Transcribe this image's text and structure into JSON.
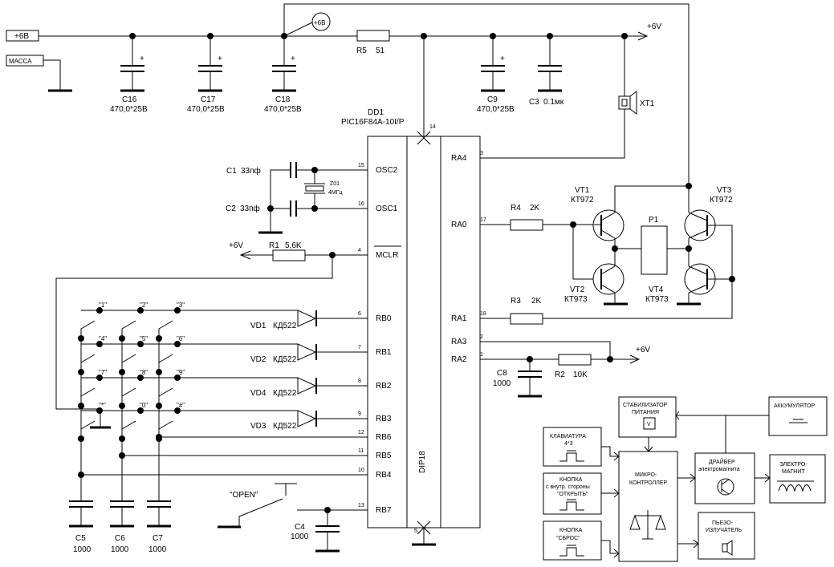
{
  "supply": {
    "plus6": "+6В",
    "massa": "МАССА",
    "node_6v": "+6В",
    "rail_right": "+6V",
    "r1_ref": "+6V",
    "r2_ref": "+6V"
  },
  "caps": {
    "c16": {
      "ref": "C16",
      "val": "470,0*25В"
    },
    "c17": {
      "ref": "C17",
      "val": "470,0*25В"
    },
    "c18": {
      "ref": "C18",
      "val": "470,0*25В"
    },
    "c9": {
      "ref": "C9",
      "val": "470,0*25В"
    },
    "c3": {
      "ref": "C3",
      "val": "0.1мк"
    },
    "c1": {
      "ref": "C1",
      "val": "33пф"
    },
    "c2": {
      "ref": "C2",
      "val": "33пф"
    },
    "c8": {
      "ref": "C8",
      "val": "1000"
    },
    "c4": {
      "ref": "C4",
      "val": "1000"
    },
    "c5": {
      "ref": "C5",
      "val": "1000"
    },
    "c6": {
      "ref": "C6",
      "val": "1000"
    },
    "c7": {
      "ref": "C7",
      "val": "1000"
    },
    "plus": "+"
  },
  "resistors": {
    "r5": {
      "ref": "R5",
      "val": "51"
    },
    "r1": {
      "ref": "R1",
      "val": "5,6K"
    },
    "r4": {
      "ref": "R4",
      "val": "2K"
    },
    "r3": {
      "ref": "R3",
      "val": "2K"
    },
    "r2": {
      "ref": "R2",
      "val": "10K"
    }
  },
  "mcu": {
    "ref": "DD1",
    "part": "PIC16F84A-10I/P",
    "package": "DIP18",
    "left_pins": [
      {
        "num": "15",
        "name": "OSC2"
      },
      {
        "num": "16",
        "name": "OSC1"
      },
      {
        "num": "4",
        "name": "MCLR"
      },
      {
        "num": "6",
        "name": "RB0"
      },
      {
        "num": "7",
        "name": "RB1"
      },
      {
        "num": "8",
        "name": "RB2"
      },
      {
        "num": "9",
        "name": "RB3"
      },
      {
        "num": "12",
        "name": "RB6"
      },
      {
        "num": "11",
        "name": "RB5"
      },
      {
        "num": "10",
        "name": "RB4"
      },
      {
        "num": "13",
        "name": "RB7"
      }
    ],
    "right_pins": [
      {
        "num": "3",
        "name": "RA4"
      },
      {
        "num": "17",
        "name": "RA0"
      },
      {
        "num": "18",
        "name": "RA1"
      },
      {
        "num": "2",
        "name": "RA3"
      },
      {
        "num": "1",
        "name": "RA2"
      }
    ],
    "pin14": "14",
    "pin5": "5"
  },
  "crystal": {
    "ref": "Z01",
    "val": "4МГц"
  },
  "speaker": {
    "ref": "XT1"
  },
  "transistors": {
    "vt1": {
      "ref": "VT1",
      "part": "КТ972"
    },
    "vt3": {
      "ref": "VT3",
      "part": "КТ972"
    },
    "vt2": {
      "ref": "VT2",
      "part": "КТ973"
    },
    "vt4": {
      "ref": "VT4",
      "part": "КТ973"
    },
    "p1": "P1"
  },
  "diodes": [
    {
      "ref": "VD1",
      "part": "КД522"
    },
    {
      "ref": "VD2",
      "part": "КД522"
    },
    {
      "ref": "VD4",
      "part": "КД522"
    },
    {
      "ref": "VD3",
      "part": "КД522"
    }
  ],
  "keys": [
    "\"1\"",
    "\"2\"",
    "\"3\"",
    "\"4\"",
    "\"5\"",
    "\"6\"",
    "\"7\"",
    "\"8\"",
    "\"9\"",
    "\"*\"",
    "\"0\"",
    "\"#\""
  ],
  "open_button": "\"OPEN\"",
  "block": {
    "stab1": "СТАБИЛИЗАТОР",
    "stab2": "ПИТАНИЯ",
    "stab_v": "V",
    "batt": "АККУМУЛЯТОР",
    "kbd1": "КЛАВИАТУРА",
    "kbd2": "4*3",
    "btn_in1": "КНОПКА",
    "btn_in2": "с внутр. стороны",
    "btn_in3": "\"ОТКРЫТЬ\"",
    "btn_rst1": "КНОПКА",
    "btn_rst2": "\"СБРОС\"",
    "mcu1": "МИКРО-",
    "mcu2": "КОНТРОЛЛЕР",
    "drv1": "ДРАЙВЕР",
    "drv2": "электромагнита",
    "mag1": "ЭЛЕКТРО-",
    "mag2": "МАГНИТ",
    "piezo1": "ПЬЕЗО-",
    "piezo2": "ИЗЛУЧАТЕЛЬ"
  }
}
